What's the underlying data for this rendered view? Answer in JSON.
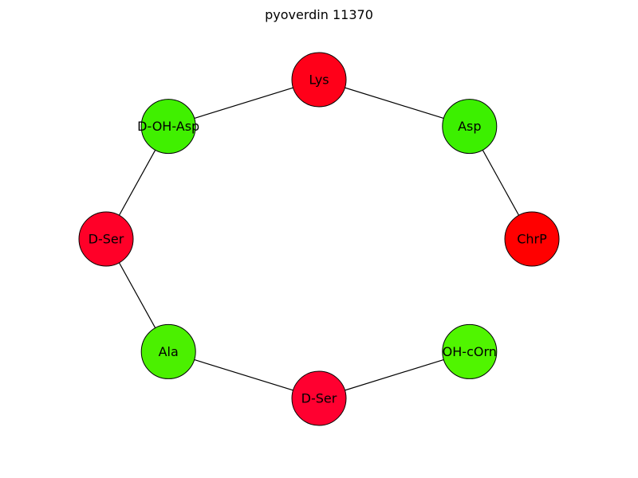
{
  "title": "pyoverdin 11370",
  "nodes": [
    {
      "id": "n0",
      "label": "Lys",
      "color": "#ff0019"
    },
    {
      "id": "n1",
      "label": "Asp",
      "color": "#3cf000"
    },
    {
      "id": "n2",
      "label": "ChrP",
      "color": "#ff0000"
    },
    {
      "id": "n3",
      "label": "OH-cOrn",
      "color": "#50f500"
    },
    {
      "id": "n4",
      "label": "D-Ser",
      "color": "#ff0030"
    },
    {
      "id": "n5",
      "label": "Ala",
      "color": "#4bf000"
    },
    {
      "id": "n6",
      "label": "D-Ser",
      "color": "#ff0028"
    },
    {
      "id": "n7",
      "label": "D-OH-Asp",
      "color": "#40f000"
    }
  ],
  "edges": [
    [
      "n0",
      "n1"
    ],
    [
      "n1",
      "n2"
    ],
    [
      "n3",
      "n4"
    ],
    [
      "n4",
      "n5"
    ],
    [
      "n5",
      "n6"
    ],
    [
      "n6",
      "n7"
    ],
    [
      "n7",
      "n0"
    ]
  ]
}
